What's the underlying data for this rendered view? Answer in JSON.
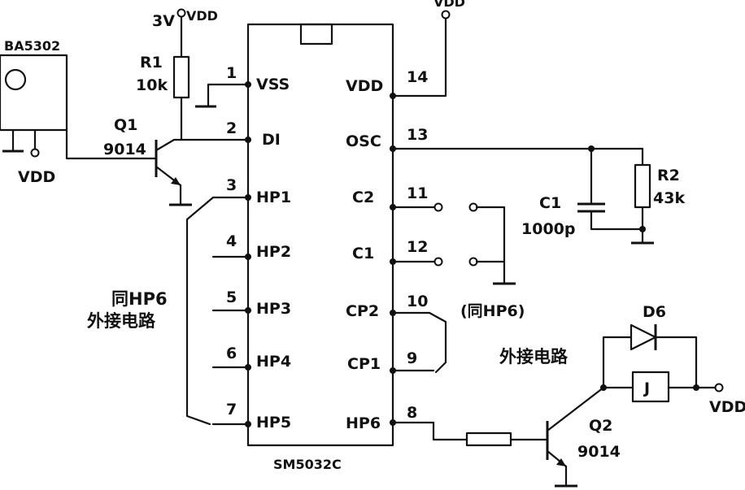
{
  "chip": {
    "name": "SM5032C",
    "left_pins": [
      {
        "num": "1",
        "name": "VSS"
      },
      {
        "num": "2",
        "name": "DI"
      },
      {
        "num": "3",
        "name": "HP1"
      },
      {
        "num": "4",
        "name": "HP2"
      },
      {
        "num": "5",
        "name": "HP3"
      },
      {
        "num": "6",
        "name": "HP4"
      },
      {
        "num": "7",
        "name": "HP5"
      }
    ],
    "right_pins": [
      {
        "num": "14",
        "name": "VDD"
      },
      {
        "num": "13",
        "name": "OSC"
      },
      {
        "num": "11",
        "name": "C2"
      },
      {
        "num": "12",
        "name": "C1"
      },
      {
        "num": "10",
        "name": "CP2"
      },
      {
        "num": "9",
        "name": "CP1"
      },
      {
        "num": "8",
        "name": "HP6"
      }
    ]
  },
  "components": {
    "sensor": {
      "name": "BA5302",
      "supply": "VDD"
    },
    "supply_top_left": "3V",
    "supply_top_left_net": "VDD",
    "supply_top_right": "VDD",
    "r1": {
      "ref": "R1",
      "value": "10k"
    },
    "q1": {
      "ref": "Q1",
      "part": "9014"
    },
    "r2": {
      "ref": "R2",
      "value": "43k"
    },
    "c1": {
      "ref": "C1",
      "value": "1000p"
    },
    "d6": {
      "ref": "D6"
    },
    "relay": {
      "ref": "J"
    },
    "q2": {
      "ref": "Q2",
      "part": "9014"
    },
    "out_supply": "VDD"
  },
  "notes": {
    "left_line1": "同HP6",
    "left_line2": "外接电路",
    "right_same": "(同HP6)",
    "right_external": "外接电路"
  }
}
